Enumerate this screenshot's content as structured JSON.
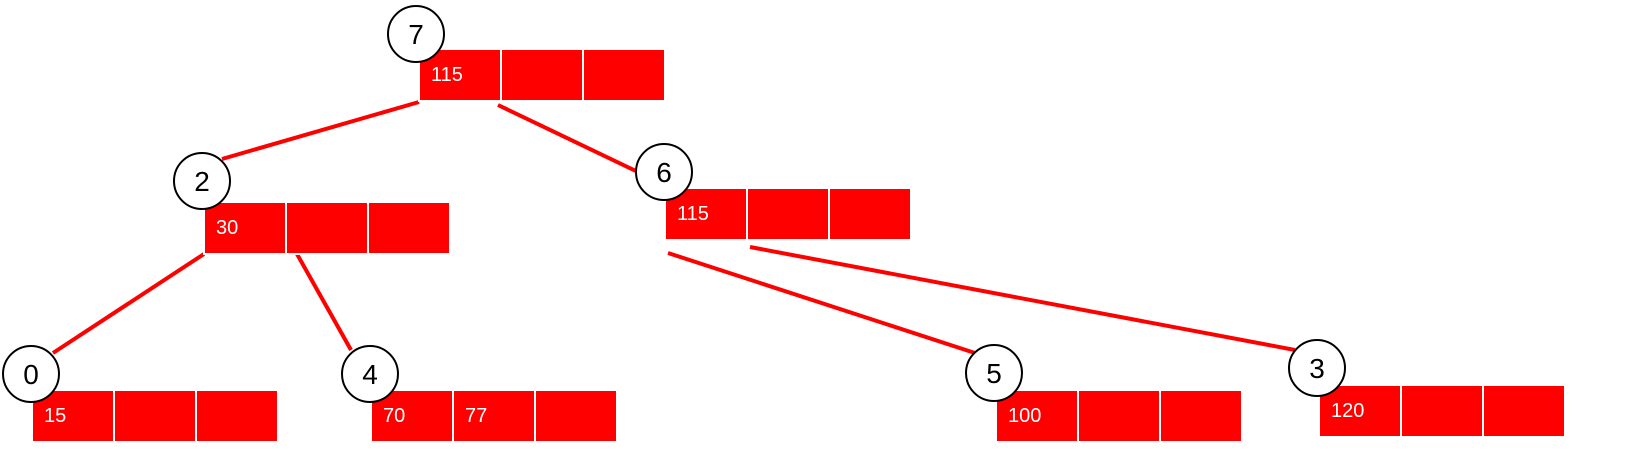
{
  "colors": {
    "edge": "#ff0000",
    "cell": "#ff0000",
    "cell_text": "#ffffff",
    "circle_fill": "#ffffff",
    "circle_stroke": "#000000"
  },
  "nodes": [
    {
      "key": "n7",
      "id": "7",
      "cells": [
        "115",
        "",
        ""
      ]
    },
    {
      "key": "n2",
      "id": "2",
      "cells": [
        "30",
        "",
        ""
      ]
    },
    {
      "key": "n6",
      "id": "6",
      "cells": [
        "115",
        "",
        ""
      ]
    },
    {
      "key": "n0",
      "id": "0",
      "cells": [
        "15",
        "",
        ""
      ]
    },
    {
      "key": "n4",
      "id": "4",
      "cells": [
        "70",
        "77",
        ""
      ]
    },
    {
      "key": "n5",
      "id": "5",
      "cells": [
        "100",
        "",
        ""
      ]
    },
    {
      "key": "n3",
      "id": "3",
      "cells": [
        "120",
        "",
        ""
      ]
    }
  ],
  "edges": [
    {
      "from": "7",
      "to": "2"
    },
    {
      "from": "7",
      "to": "6"
    },
    {
      "from": "2",
      "to": "0"
    },
    {
      "from": "2",
      "to": "4"
    },
    {
      "from": "6",
      "to": "5"
    },
    {
      "from": "6",
      "to": "3"
    }
  ]
}
